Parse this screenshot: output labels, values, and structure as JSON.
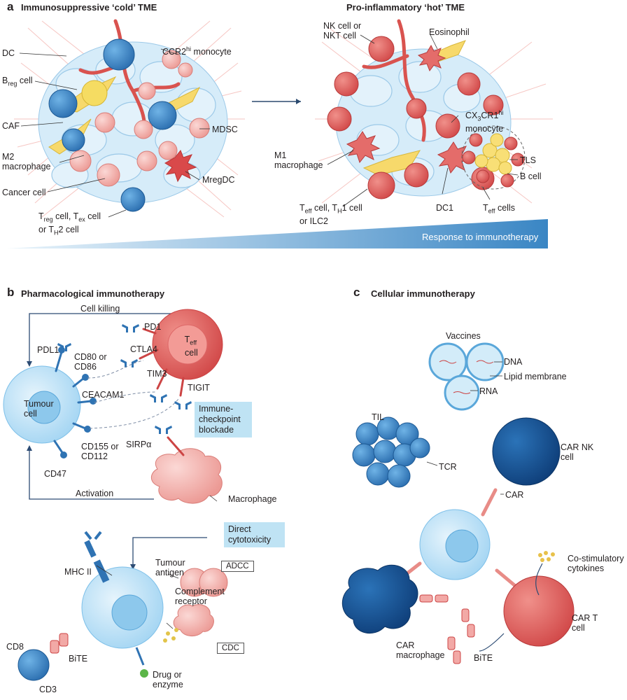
{
  "panels": {
    "a": "a",
    "b": "b",
    "c": "c"
  },
  "a": {
    "cold_title": "Immunosuppressive ‘cold’ TME",
    "hot_title": "Pro-inflammatory ‘hot’ TME",
    "banner": "Response to immunotherapy",
    "cold_labels": {
      "dc": "DC",
      "breg": {
        "main": "B",
        "sub": "reg",
        "rest": " cell"
      },
      "caf": "CAF",
      "m2": "M2 macrophage",
      "cancer": "Cancer cell",
      "ccr2": {
        "main": "CCR2",
        "sup": "hi",
        "rest": " monocyte"
      },
      "mdsc": "MDSC",
      "mregdc": "MregDC",
      "treg": {
        "l1a": "T",
        "l1sub1": "reg",
        "l1b": " cell, T",
        "l1sub2": "ex",
        "l1c": " cell",
        "l2a": "or T",
        "l2sub": "H",
        "l2b": "2 cell"
      }
    },
    "hot_labels": {
      "nk": "NK cell or NKT cell",
      "eosinophil": "Eosinophil",
      "cx3cr1": {
        "a": "CX",
        "sub": "3",
        "b": "CR1",
        "sup": "hi",
        "l2": "monocyte"
      },
      "m1": "M1 macrophage",
      "tls": "TLS",
      "bcell": "B cell",
      "teff": {
        "l1a": "T",
        "l1sub1": "eff",
        "l1b": " cell, T",
        "l1sub2": "H",
        "l1c": "1 cell",
        "l2": "or ILC2"
      },
      "dc1": "DC1",
      "teff_cells": {
        "a": "T",
        "sub": "eff",
        "b": " cells"
      }
    }
  },
  "b": {
    "title": "Pharmacological immunotherapy",
    "cell_killing": "Cell killing",
    "activation": "Activation",
    "tumour_cell": "Tumour cell",
    "teff_cell": {
      "a": "T",
      "sub": "eff",
      "b": "cell"
    },
    "molecules": {
      "pdl1": "PDL1",
      "cd80": "CD80 or CD86",
      "ceacam1": "CEACAM1",
      "cd155": "CD155 or CD112",
      "cd47": "CD47",
      "pd1": "PD1",
      "ctla4": "CTLA4",
      "tim3": "TIM3",
      "tigit": "TIGIT",
      "sirpa": "SIRPα"
    },
    "checkpoint_box": "Immune-checkpoint blockade",
    "macrophage": "Macrophage",
    "direct_box": "Direct cytotoxicity",
    "mhc2": "MHC II",
    "tumour_antigen": "Tumour antigen",
    "adcc": "ADCC",
    "complement": "Complement receptor",
    "cdc": "CDC",
    "cd8": "CD8",
    "bite": "BiTE",
    "cd3": "CD3",
    "drug": "Drug or enzyme"
  },
  "c": {
    "title": "Cellular immunotherapy",
    "vaccines": "Vaccines",
    "dna": "DNA",
    "lipid": "Lipid membrane",
    "rna": "RNA",
    "til": "TIL",
    "tcr": "TCR",
    "car_nk": "CAR NK cell",
    "car": "CAR",
    "costim": "Co-stimulatory cytokines",
    "car_mac": "CAR macrophage",
    "bite": "BiTE",
    "car_t": "CAR T cell"
  },
  "colors": {
    "tumour_light": "#bfe3f5",
    "tumour_mid": "#8ccbef",
    "blue_dark": "#1f6aa5",
    "red": "#d64d4d",
    "pink": "#f2a9a6",
    "pink_light": "#f9d0cd",
    "yellow": "#f7dc6f",
    "banner": "#3f8ac7"
  }
}
